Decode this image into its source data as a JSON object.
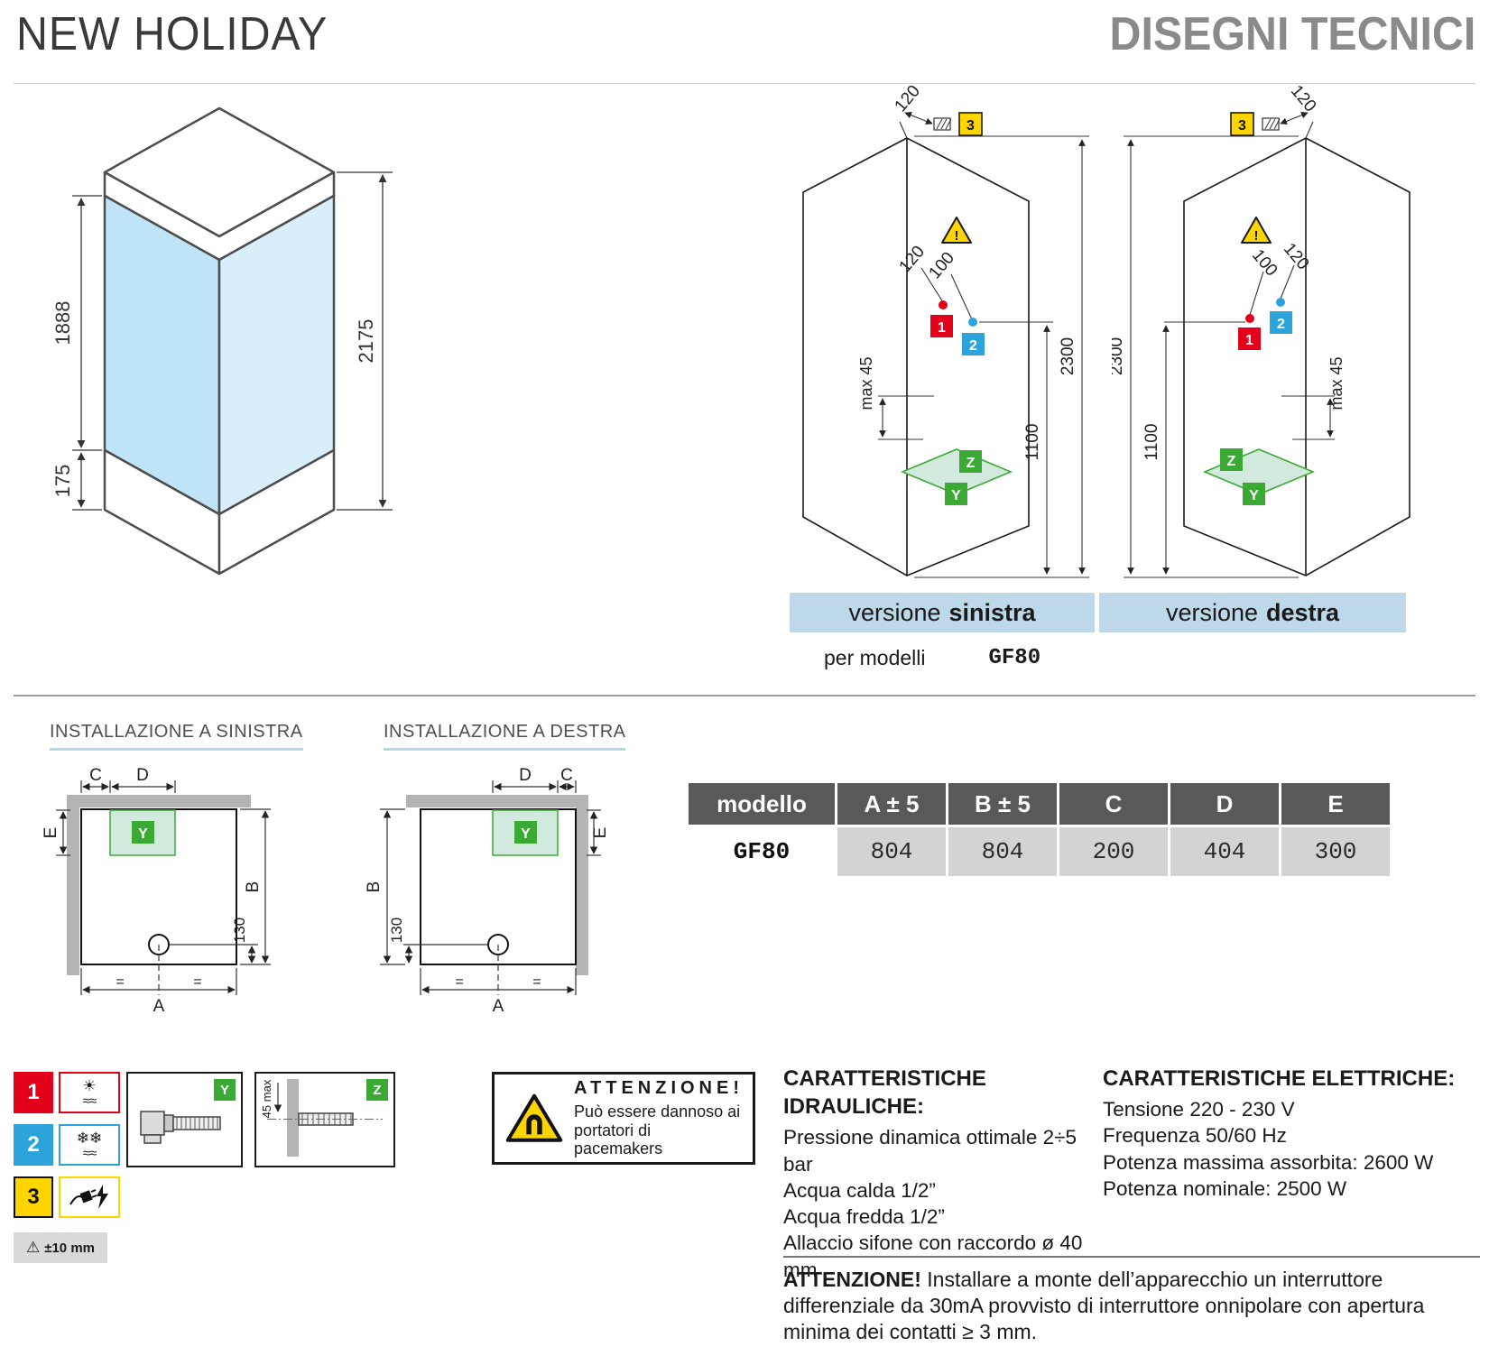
{
  "header": {
    "title": "NEW HOLIDAY",
    "subtitle": "DISEGNI TECNICI"
  },
  "colors": {
    "accent_blue": "#bcd8e9",
    "green": "#3aaa35",
    "red": "#e2001a",
    "blue": "#2da3dc",
    "yellow": "#ffd500",
    "table_header": "#58595b",
    "table_row": "#d2d3d5",
    "wall_gray": "#b4b5b7",
    "glass_blue": "#bfe3f7"
  },
  "iso": {
    "h_glass": "1888",
    "h_total": "2175",
    "h_base": "175"
  },
  "dims": {
    "d120": "120",
    "d100": "100",
    "d2300": "2300",
    "d1100": "1100",
    "max45": "max 45",
    "m1": "1",
    "m2": "2",
    "m3": "3",
    "y": "Y",
    "z": "Z",
    "warn": "!"
  },
  "captions": {
    "left_normal": "versione",
    "left_bold": "sinistra",
    "right_normal": "versione",
    "right_bold": "destra",
    "models_label": "per modelli",
    "models_value": "GF80"
  },
  "install": {
    "left_title": "INSTALLAZIONE A SINISTRA",
    "right_title": "INSTALLAZIONE A DESTRA",
    "A": "A",
    "B": "B",
    "C": "C",
    "D": "D",
    "E": "E",
    "d130": "130",
    "eq": "=",
    "y": "Y"
  },
  "table": {
    "headers": [
      "modello",
      "A ± 5",
      "B ± 5",
      "C",
      "D",
      "E"
    ],
    "row": [
      "GF80",
      "804",
      "804",
      "200",
      "404",
      "300"
    ]
  },
  "legend": {
    "items": [
      {
        "num": "1",
        "top": "☀",
        "bottom": "≈≈"
      },
      {
        "num": "2",
        "top": "❄❄",
        "bottom": "≈≈"
      },
      {
        "num": "3",
        "top": "",
        "bottom": ""
      }
    ],
    "warn": "⚠",
    "tolerance": "±10 mm"
  },
  "fittings": {
    "y": "Y",
    "z": "Z",
    "dim45": "45 max"
  },
  "pacemaker": {
    "title": "ATTENZIONE!",
    "line1": "Può essere dannoso ai",
    "line2": "portatori di pacemakers"
  },
  "specs": {
    "hyd_title": "CARATTERISTICHE IDRAULICHE:",
    "hyd_lines": [
      "Pressione dinamica ottimale 2÷5 bar",
      "Acqua calda 1/2”",
      "Acqua fredda 1/2”",
      "Allaccio sifone con raccordo ø 40 mm"
    ],
    "ele_title": "CARATTERISTICHE ELETTRICHE:",
    "ele_lines": [
      "Tensione 220 - 230 V",
      "Frequenza 50/60 Hz",
      "Potenza massima assorbita: 2600 W",
      "Potenza nominale: 2500 W"
    ],
    "att_bold": "ATTENZIONE!",
    "att_text": " Installare a monte dell’apparecchio un interruttore differenziale da 30mA provvisto di interruttore onnipolare con apertura minima dei contatti ≥ 3 mm."
  }
}
